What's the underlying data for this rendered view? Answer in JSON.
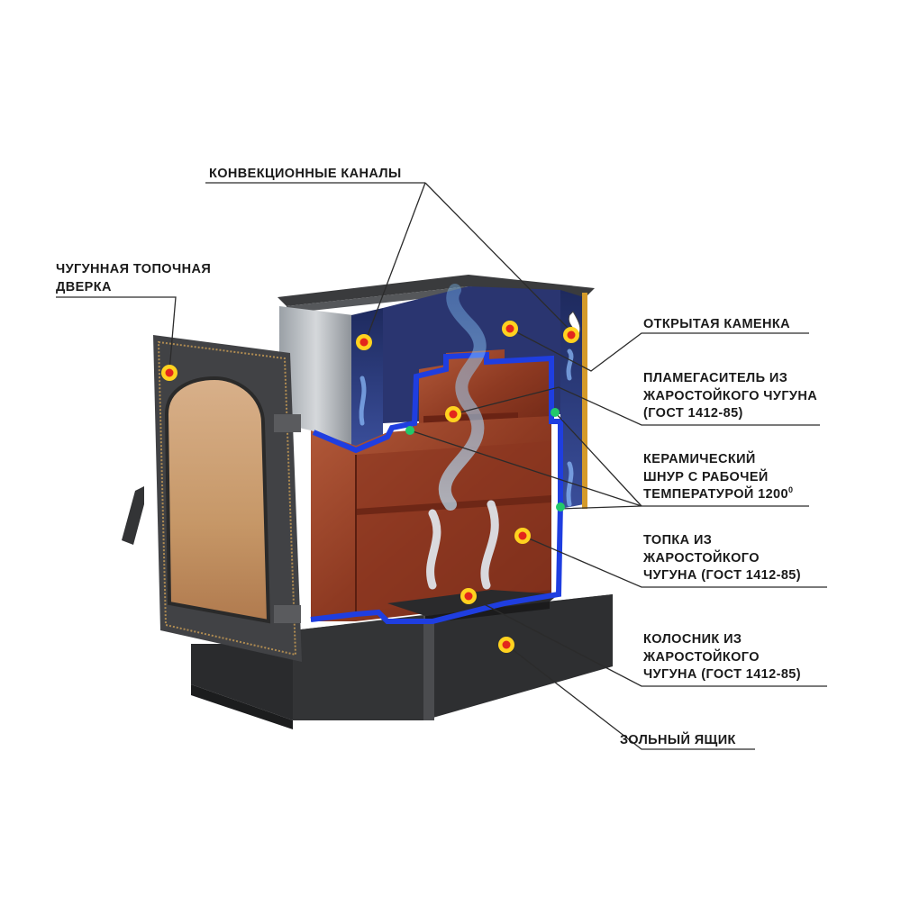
{
  "colors": {
    "background": "#ffffff",
    "cast_iron": "#3a3b3d",
    "firebox": "#8e3a22",
    "ceramic_cord": "#1f3ee0",
    "convection_channel": "#2a3a7a",
    "marker_outer": "#ffd21f",
    "marker_inner": "#e3261c",
    "cord_marker": "#22c96a",
    "door_glass": "#c79a6a",
    "leader_line": "#2b2b2b"
  },
  "labels": {
    "convection": "КОНВЕКЦИОННЫЕ КАНАЛЫ",
    "door_line1": "ЧУГУННАЯ ТОПОЧНАЯ",
    "door_line2": "ДВЕРКА",
    "heater": "ОТКРЫТАЯ КАМЕНКА",
    "damper_line1": "ПЛАМЕГАСИТЕЛЬ ИЗ",
    "damper_line2": "ЖАРОСТОЙКОГО ЧУГУНА",
    "damper_line3": "(ГОСТ 1412-85)",
    "cord_line1": "КЕРАМИЧЕСКИЙ",
    "cord_line2": "ШНУР С РАБОЧЕЙ",
    "cord_line3": "ТЕМПЕРАТУРОЙ 1200",
    "cord_sup": "0",
    "firebox_line1": "ТОПКА ИЗ",
    "firebox_line2": "ЖАРОСТОЙКОГО",
    "firebox_line3": "ЧУГУНА (ГОСТ 1412-85)",
    "grate_line1": "КОЛОСНИК ИЗ",
    "grate_line2": "ЖАРОСТОЙКОГО",
    "grate_line3": "ЧУГУНА (ГОСТ 1412-85)",
    "ashbox": "ЗОЛЬНЫЙ ЯЩИК"
  }
}
